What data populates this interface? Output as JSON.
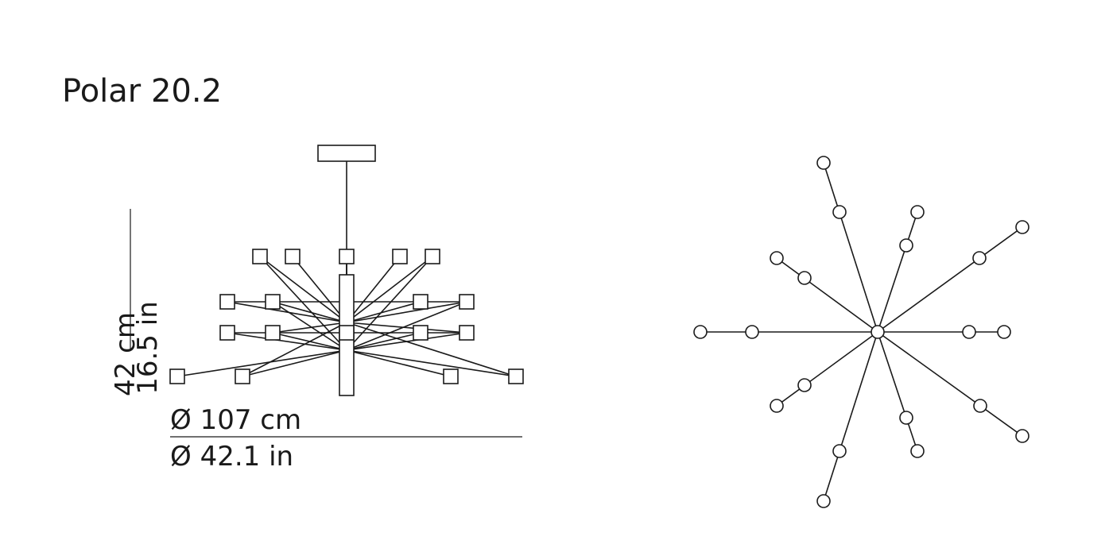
{
  "title": "Polar 20.2",
  "dimensions": {
    "width_cm": "Ø 107 cm",
    "width_in": "Ø 42.1 in",
    "height_cm": "42 cm",
    "height_in": "16.5 in"
  },
  "colors": {
    "line": "#1a1a1a",
    "background": "#ffffff"
  }
}
